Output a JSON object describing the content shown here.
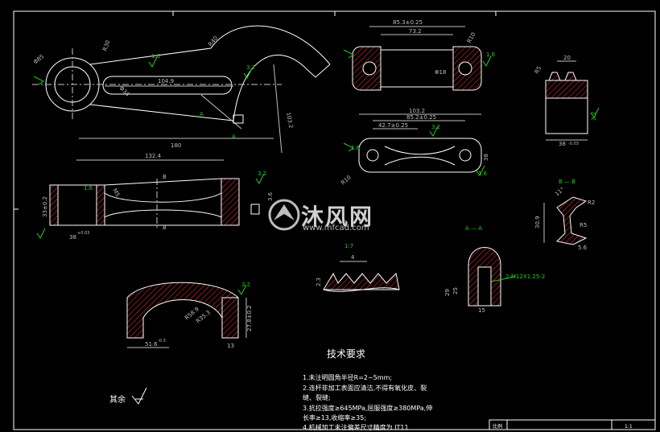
{
  "colors": {
    "background": "#000000",
    "outline": "#ffffff",
    "dimension": "#bfbfbf",
    "hatch": "#ff3030",
    "roughness": "#22cc22",
    "centerline": "#c8c8c8"
  },
  "top_view": {
    "dims": {
      "big_end_dia": "Φ85",
      "small_end_r": "R30",
      "arm_r": "R40",
      "center_distance": "104.9",
      "bore": "Φ34",
      "overall_length": "180",
      "height": "103.2",
      "section_label": "A",
      "section_label2": "A",
      "rough_a": "1.6",
      "rough_b": "3.2"
    }
  },
  "front_view": {
    "dims": {
      "length": "132.4",
      "section_mark_top": "B",
      "section_mark_bottom": "B",
      "left_height": "33±0.2",
      "small_width": "38",
      "small_width_tol": "+0.03",
      "rough_a": "3.2",
      "rough_b": "1.6",
      "thread": "M5",
      "right_dim": "3.6"
    }
  },
  "right_top_view": {
    "dims": {
      "overall": "85.3±0.25",
      "inner": "73.2",
      "radius": "R10",
      "bore": "Φ18",
      "rough": "1.6"
    }
  },
  "right_plan_view": {
    "dims": {
      "overall": "103.2",
      "span": "85.2±0.25",
      "inner": "42.7±0.25",
      "radius": "R10",
      "height": "38",
      "rough_a": "3.2",
      "rough_b": "1.6",
      "rough_c": "1.6"
    }
  },
  "side_section_view": {
    "dims": {
      "top_width": "20",
      "r_top": "R5",
      "bottom": "38",
      "bottom_tol": "-0.03",
      "rough": "3.2"
    }
  },
  "section_bb": {
    "title": "B — B",
    "dims": {
      "r1": "R2",
      "r2": "R5",
      "height": "30.9",
      "width": "5.6",
      "angle": "11°"
    }
  },
  "detail_view": {
    "scale": "1:7",
    "dims": {
      "pitch": "4",
      "depth": "2.3"
    }
  },
  "section_aa": {
    "title": "A — A",
    "dims": {
      "thread": "2-M12X1.25-2",
      "d1": "29",
      "d2": "25",
      "d3": "15"
    }
  },
  "bottom_view": {
    "dims": {
      "r_big": "R58.9",
      "r_small": "R35.3",
      "width": "51.6",
      "width_tol": "-0.3",
      "height": "27.8±0.2",
      "left_width": "13",
      "rough": "3.2"
    }
  },
  "notes": {
    "heading": "技术要求",
    "lines": [
      "1.未注明圆角半径R=2~5mm;",
      "2.连杆非加工表面应清洁,不得有氧化皮、裂",
      "  缝、裂缝;",
      "3.抗拉强度≥645MPa,屈服强度≥380MPa,伸",
      "  长率≥13,收缩率≥35;",
      "4.机械加工未注偏差尺寸精度为 IT11"
    ],
    "other": "其余",
    "other_rough": "√"
  },
  "title_block": {
    "cell_a": "比例",
    "cell_b": "1:1"
  },
  "watermark": {
    "title": "沐风网",
    "url": "www.mfcad.com"
  }
}
